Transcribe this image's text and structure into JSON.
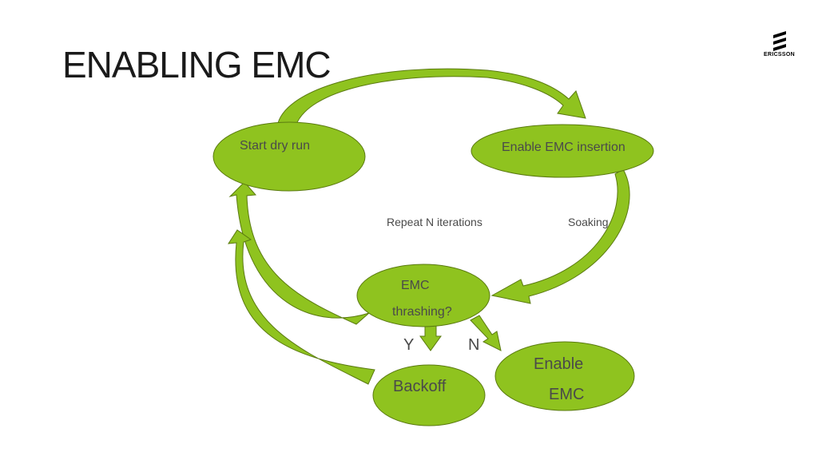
{
  "slide": {
    "title": "ENABLING EMC",
    "logo": {
      "text": "ERICSSON",
      "icon": "ericsson-logo-icon"
    }
  },
  "diagram": {
    "fill_color": "#8fc31f",
    "stroke_color": "#5a7a10",
    "nodes": {
      "start": "Start dry run",
      "enable_insertion": "Enable EMC insertion",
      "thrashing_line1": "EMC",
      "thrashing_line2": "thrashing?",
      "backoff": "Backoff",
      "enable_line1": "Enable",
      "enable_line2": "EMC"
    },
    "labels": {
      "repeat": "Repeat  N iterations",
      "soaking": "Soaking",
      "yes": "Y",
      "no": "N"
    }
  }
}
